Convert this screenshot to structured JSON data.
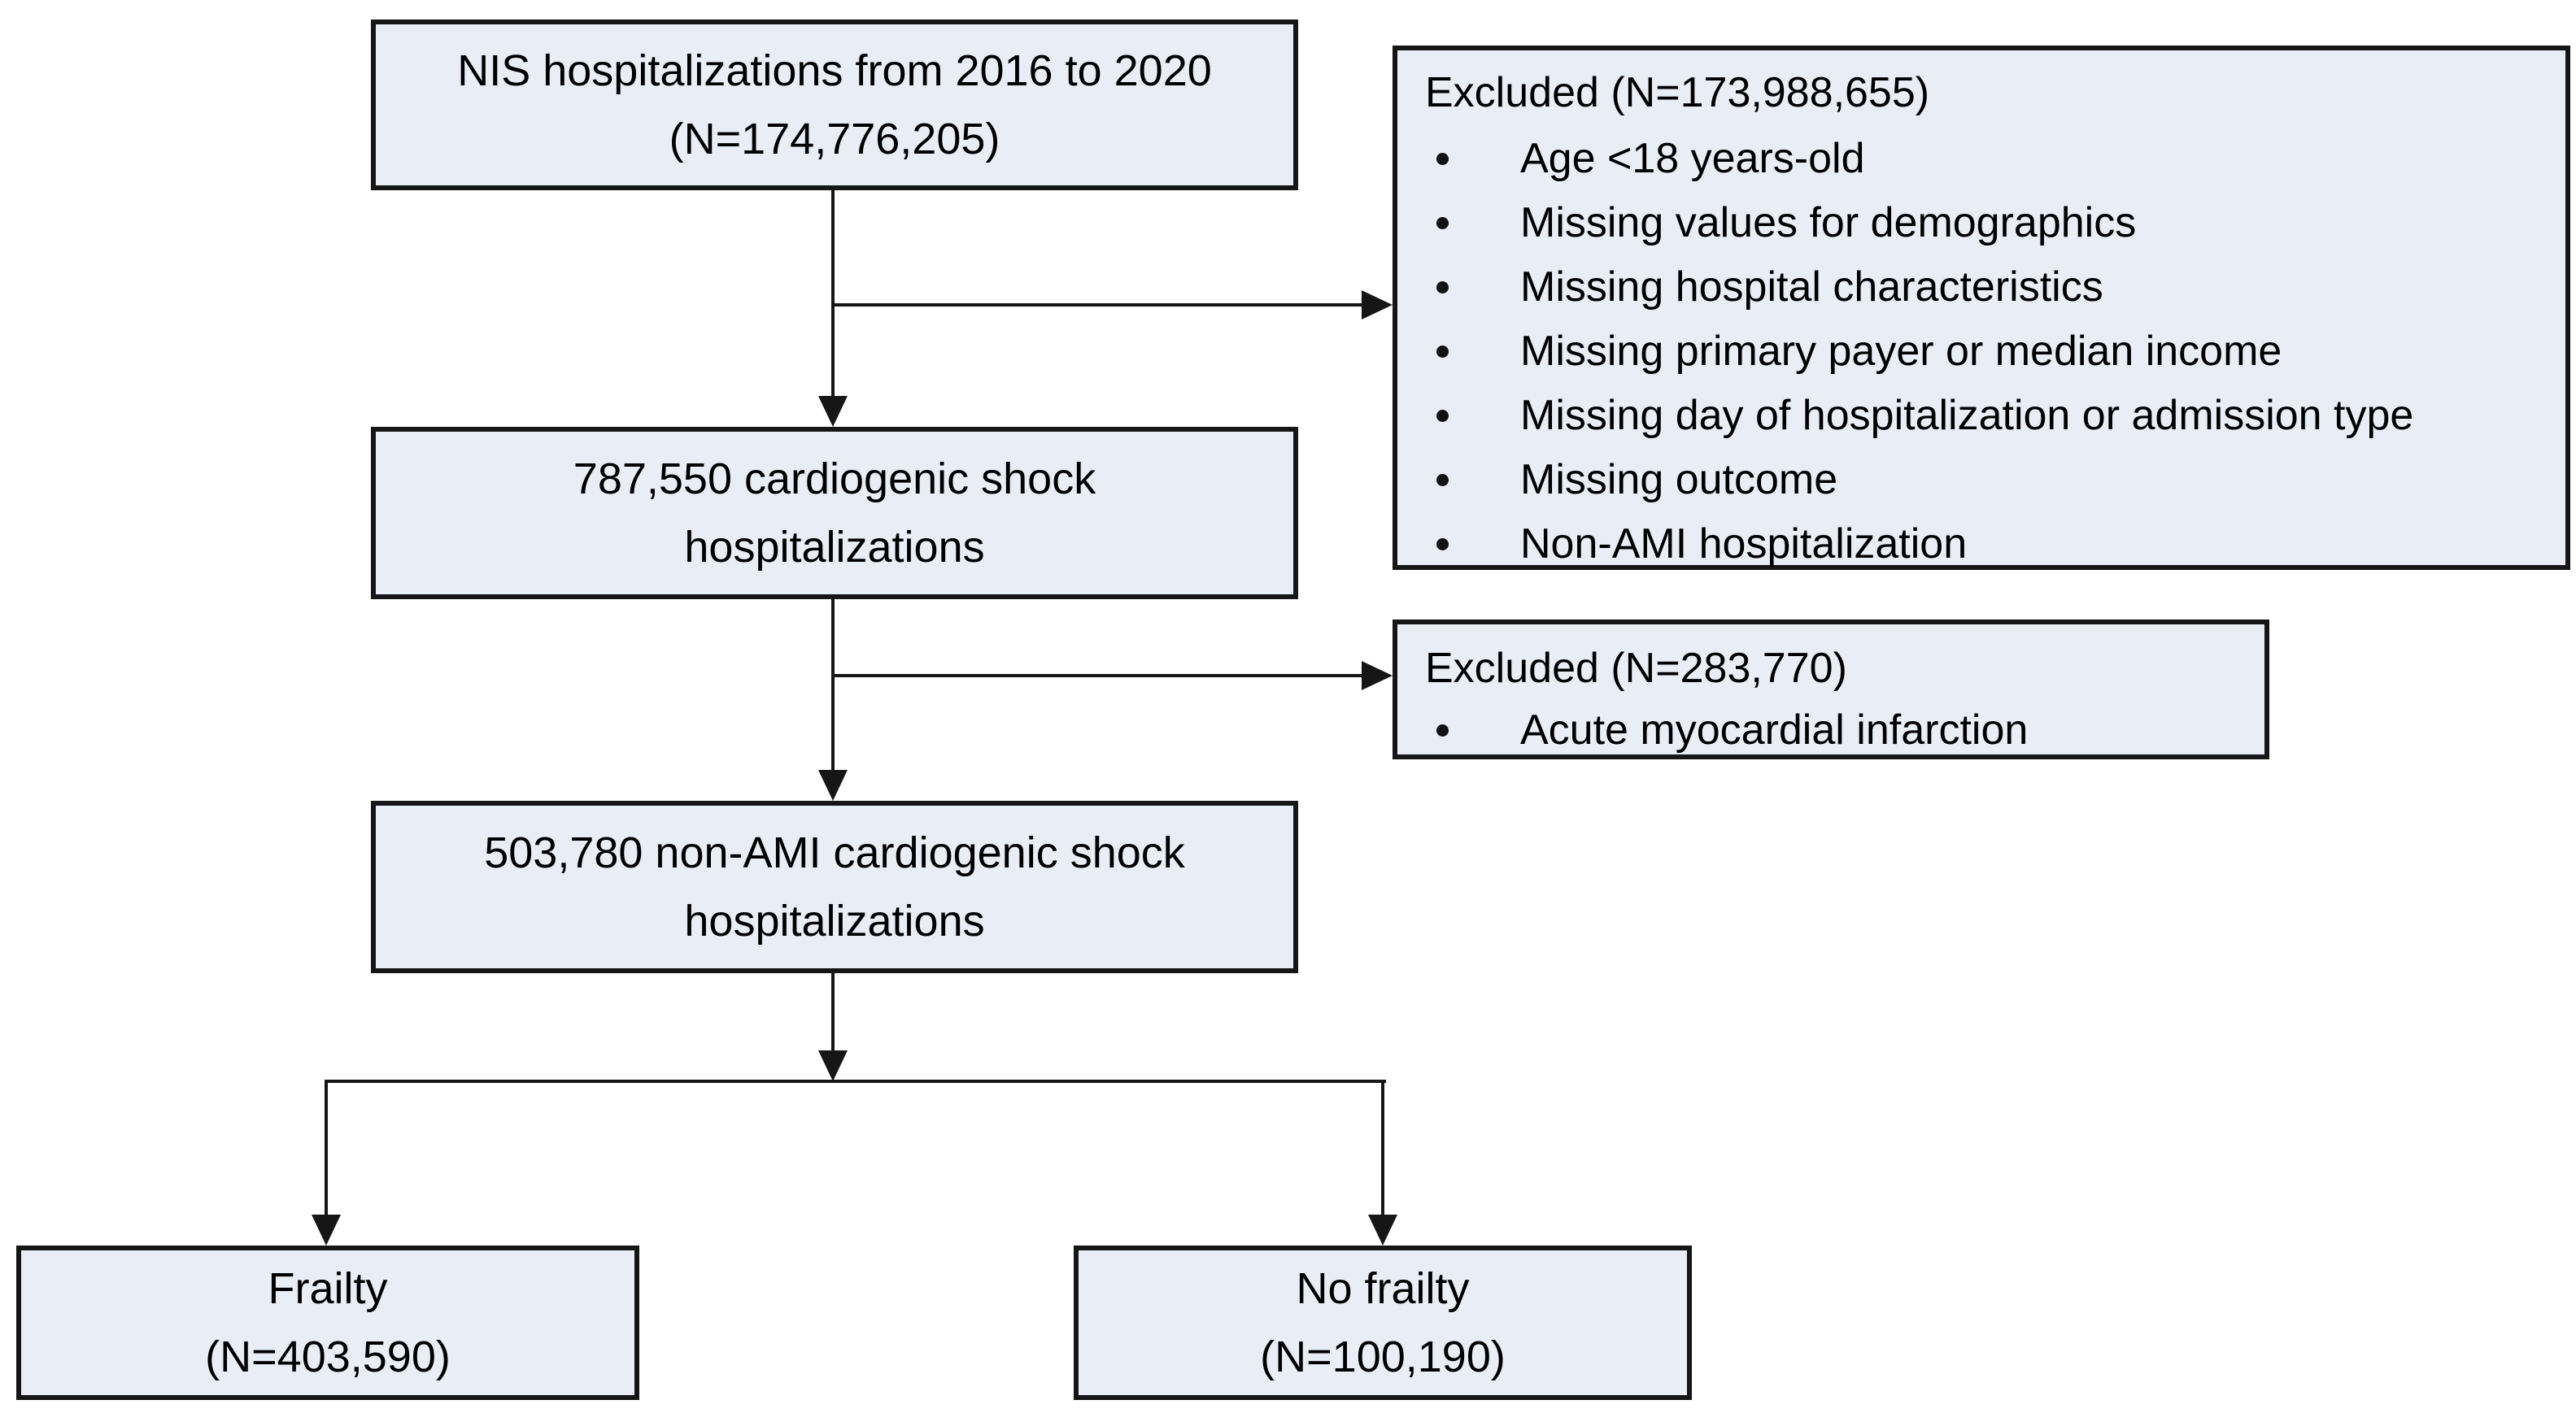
{
  "diagram": {
    "nodes": {
      "source": {
        "line1": "NIS hospitalizations from 2016 to 2020",
        "line2": "(N=174,776,205)"
      },
      "excluded_primary": {
        "title": "Excluded (N=173,988,655)",
        "bullets": [
          "Age <18 years-old",
          "Missing values for demographics",
          "Missing hospital characteristics",
          "Missing primary payer or median income",
          "Missing day of hospitalization or admission type",
          "Missing outcome",
          "Non-AMI hospitalization"
        ]
      },
      "cardiogenic_shock": {
        "line1": "787,550 cardiogenic shock",
        "line2": "hospitalizations"
      },
      "excluded_secondary": {
        "title": "Excluded (N=283,770)",
        "bullets": [
          "Acute myocardial infarction"
        ]
      },
      "non_ami": {
        "line1": "503,780 non-AMI cardiogenic shock",
        "line2": "hospitalizations"
      },
      "frailty": {
        "line1": "Frailty",
        "line2": "(N=403,590)"
      },
      "no_frailty": {
        "line1": "No frailty",
        "line2": "(N=100,190)"
      }
    },
    "colors": {
      "box_fill": "#e8edf6",
      "box_border": "#161616",
      "connector": "#161616",
      "text": "#000000",
      "background": "#ffffff"
    }
  }
}
